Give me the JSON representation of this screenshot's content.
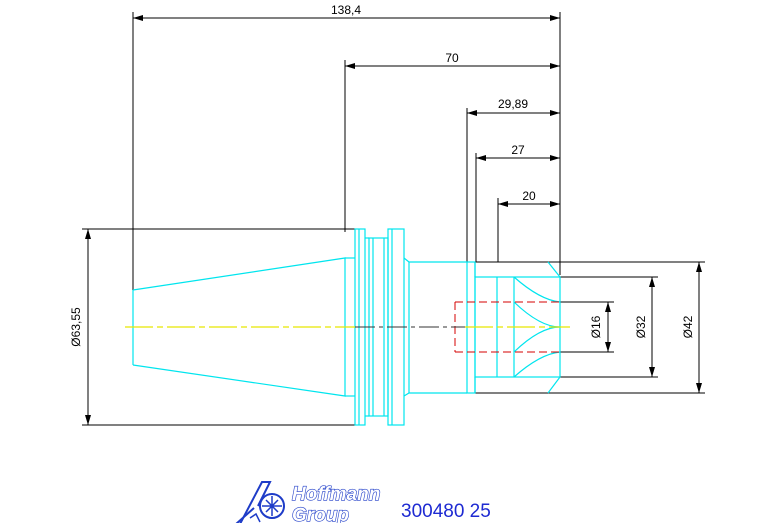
{
  "dimensions": {
    "overall_length": "138,4",
    "length_70": "70",
    "length_29_89": "29,89",
    "length_27": "27",
    "length_20": "20",
    "dia_flange": "Ø63,55",
    "dia_bore": "Ø16",
    "dia_32": "Ø32",
    "dia_42": "Ø42"
  },
  "logo": {
    "line1": "Hoffmann",
    "line2": "Group"
  },
  "article_number": "300480 25",
  "colors": {
    "part_outline": "#00e5ee",
    "hidden_lines": "#d40000",
    "centerline": "#e8e800",
    "dimensions": "#000000",
    "brand": "#1e3cc8"
  }
}
